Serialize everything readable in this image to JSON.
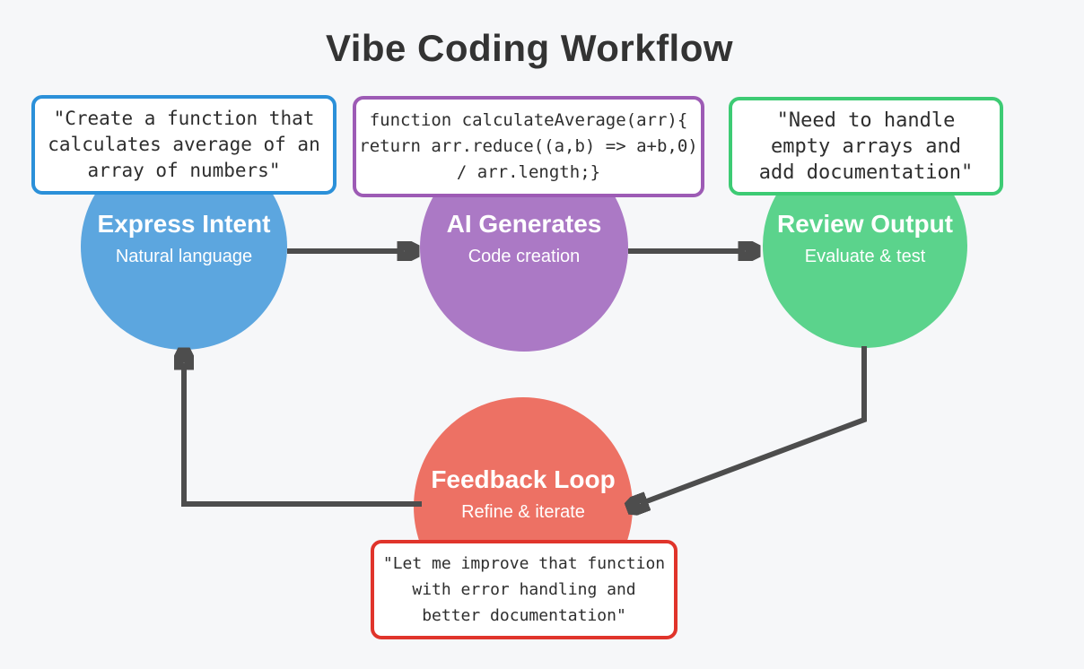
{
  "title": "Vibe Coding Workflow",
  "colors": {
    "background": "#f6f7f9",
    "title_text": "#333333",
    "arrow": "#4d4d4d",
    "box_bg": "#ffffff",
    "box_text": "#2e2e2e",
    "blue": "#5ca6df",
    "blue_border": "#2b90d9",
    "purple": "#ab79c5",
    "purple_border": "#9d5bb5",
    "green": "#5bd38c",
    "green_border": "#3dcb74",
    "red": "#ed7164",
    "red_border": "#e0342b"
  },
  "nodes": [
    {
      "id": "express-intent",
      "title": "Express Intent",
      "subtitle": "Natural language",
      "color": "#5ca6df"
    },
    {
      "id": "ai-generates",
      "title": "AI Generates",
      "subtitle": "Code creation",
      "color": "#ab79c5"
    },
    {
      "id": "review-output",
      "title": "Review Output",
      "subtitle": "Evaluate & test",
      "color": "#5bd38c"
    },
    {
      "id": "feedback-loop",
      "title": "Feedback Loop",
      "subtitle": "Refine & iterate",
      "color": "#ed7164"
    }
  ],
  "callouts": [
    {
      "for": "express-intent",
      "text": "\"Create a function that\ncalculates average of an\narray of numbers\""
    },
    {
      "for": "ai-generates",
      "text": "function calculateAverage(arr){\nreturn arr.reduce((a,b) => a+b,0)\n/ arr.length;}"
    },
    {
      "for": "review-output",
      "text": "\"Need to handle\nempty arrays and\nadd documentation\""
    },
    {
      "for": "feedback-loop",
      "text": "\"Let me improve that function\nwith error handling and\nbetter documentation\""
    }
  ],
  "flow": [
    "express-intent -> ai-generates",
    "ai-generates -> review-output",
    "review-output -> feedback-loop",
    "feedback-loop -> express-intent"
  ]
}
